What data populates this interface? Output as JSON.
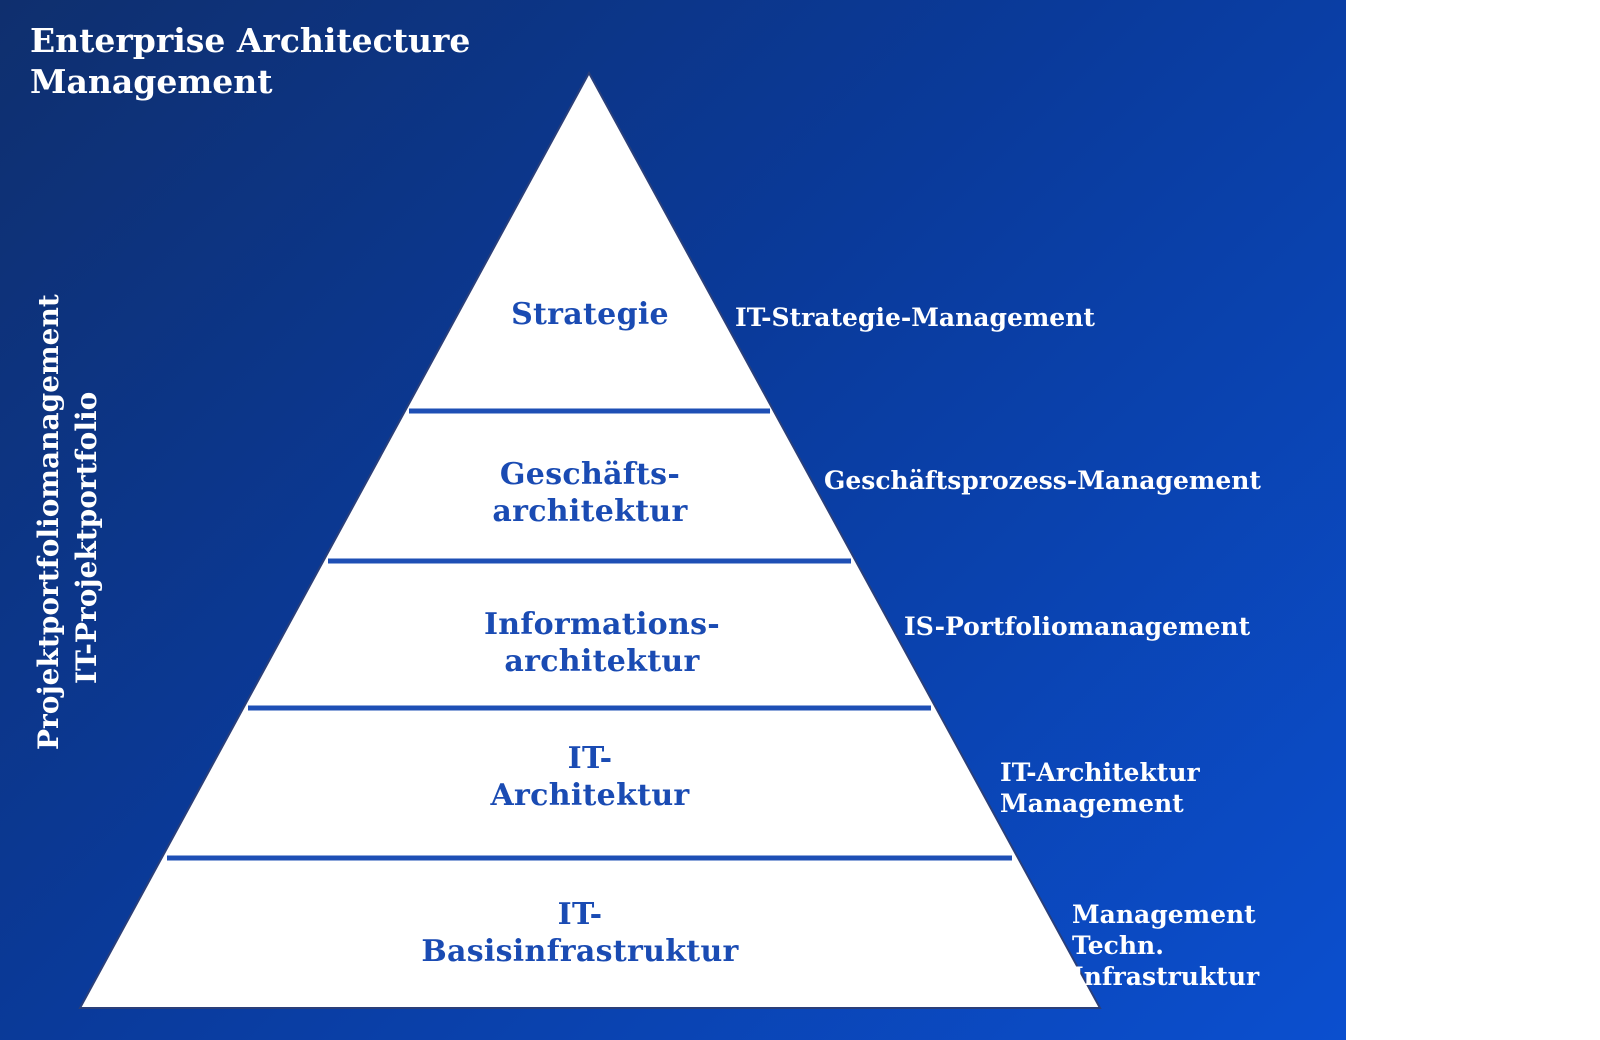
{
  "title": "Enterprise Architecture\nManagement",
  "vertical_labels": {
    "line1": "Projektportfoliomanagement",
    "line2": "IT-Projektportfolio"
  },
  "tiers": [
    {
      "label": "Strategie",
      "management": "IT-Strategie-Management"
    },
    {
      "label": "Geschäfts-\narchitektur",
      "management": "Geschäftsprozess-Management"
    },
    {
      "label": "Informations-\narchitektur",
      "management": "IS-Portfoliomanagement"
    },
    {
      "label": "IT-\nArchitektur",
      "management": "IT-Architektur\nManagement"
    },
    {
      "label": "IT-\nBasisinfrastruktur",
      "management": "Management\nTechn. Infrastruktur"
    }
  ],
  "colors": {
    "background_dark": "#0f2f6e",
    "background_light": "#0b4fcf",
    "pyramid_fill": "#ffffff",
    "divider": "#1e4fb5",
    "tier_text": "#1a4bb3",
    "side_text": "#ffffff"
  }
}
